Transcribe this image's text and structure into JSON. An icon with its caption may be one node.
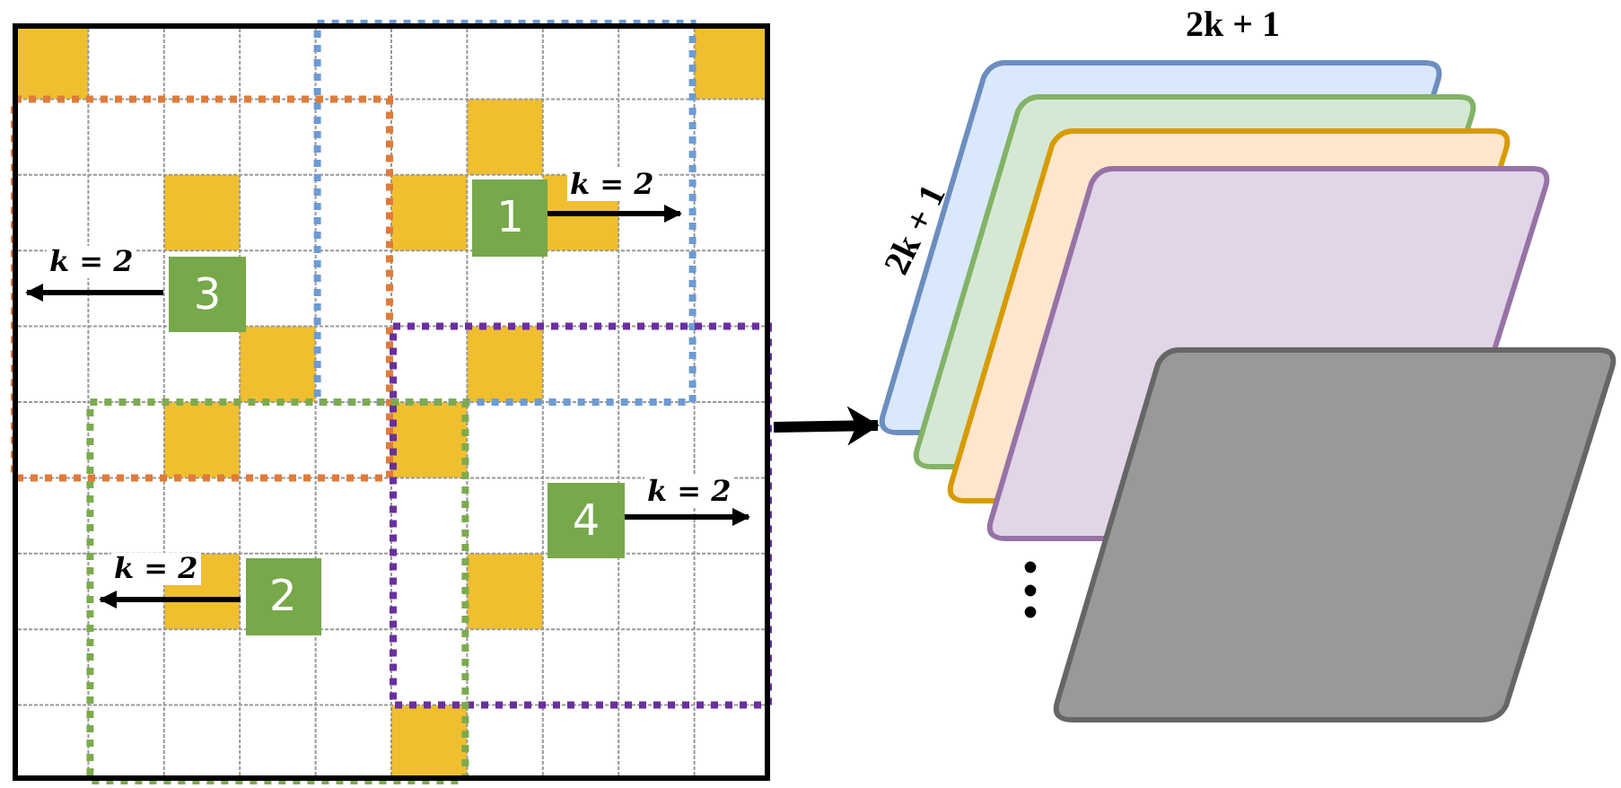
{
  "diagram": {
    "nodes": [
      {
        "text": [],
        "shape": "grid"
      },
      {
        "text": [
          "1"
        ],
        "in": 0,
        "beside": [
          "k = 2"
        ]
      },
      {
        "text": [
          "3"
        ],
        "in": 0,
        "beside": [
          "k = 2"
        ]
      },
      {
        "text": [
          "4"
        ],
        "in": 0,
        "beside": [
          "k = 2"
        ]
      },
      {
        "text": [
          "2"
        ],
        "in": 0,
        "beside": [
          "k = 2"
        ]
      },
      {
        "text": [],
        "shape": "parallelogram"
      },
      {
        "text": [],
        "shape": "parallelogram"
      },
      {
        "text": [],
        "shape": "parallelogram"
      },
      {
        "text": [],
        "shape": "parallelogram"
      },
      {
        "text": [],
        "shape": "parallelogram"
      }
    ],
    "edges": [
      {
        "from": 0,
        "to": 5,
        "arrow": "to"
      }
    ],
    "labels": [
      "2k + 1",
      "2k + 1"
    ]
  }
}
